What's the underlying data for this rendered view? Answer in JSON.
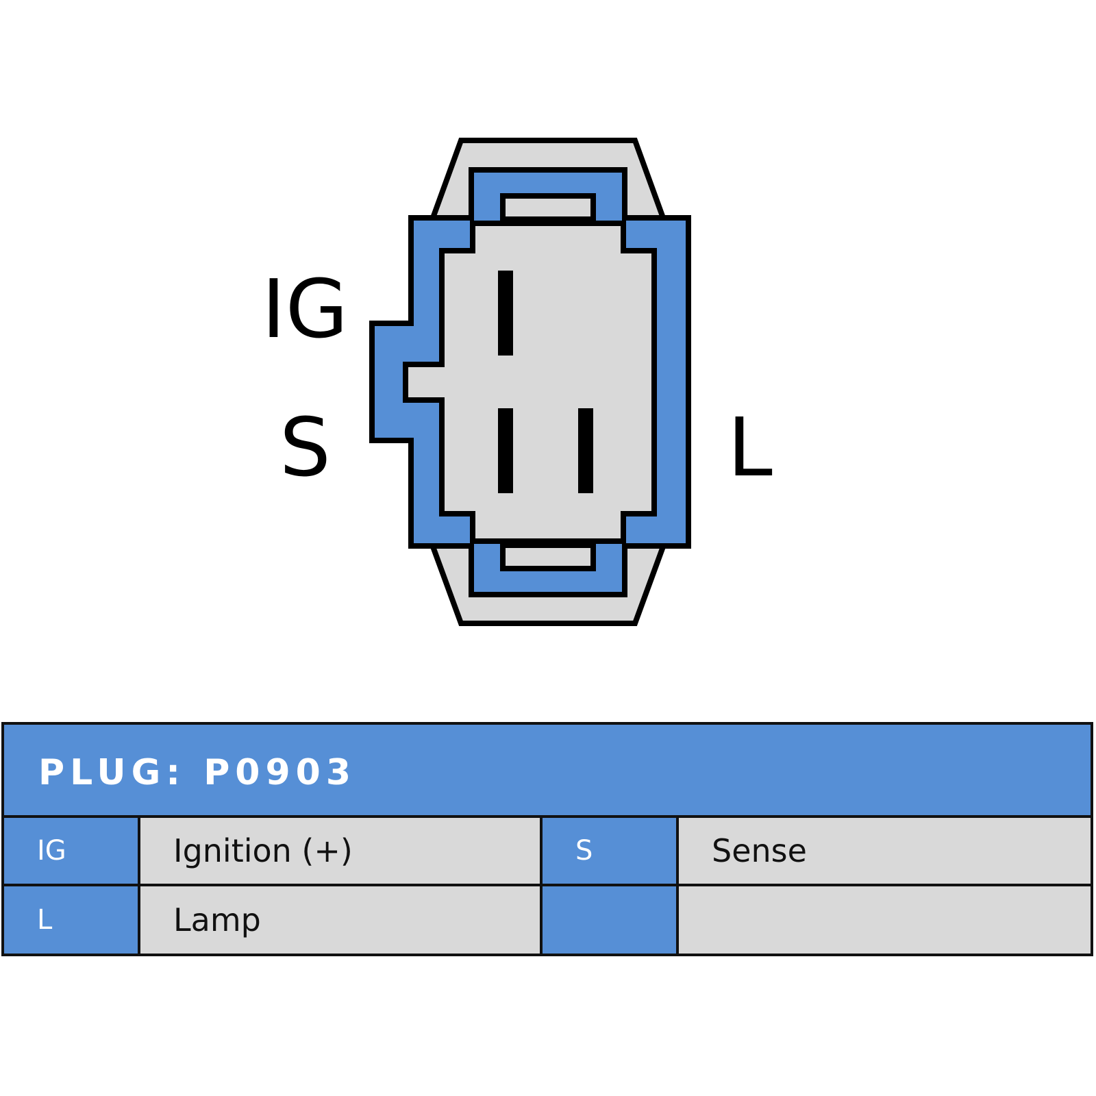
{
  "diagram": {
    "pins": {
      "ig": "IG",
      "s": "S",
      "l": "L"
    },
    "colors": {
      "blue": "#568fd6",
      "gray": "#d9d9d9",
      "outline": "#000000"
    }
  },
  "table": {
    "title": "PLUG: P0903",
    "rows": [
      {
        "code1": "IG",
        "desc1": "Ignition (+)",
        "code2": "S",
        "desc2": "Sense"
      },
      {
        "code1": "L",
        "desc1": "Lamp",
        "code2": "",
        "desc2": ""
      }
    ]
  }
}
